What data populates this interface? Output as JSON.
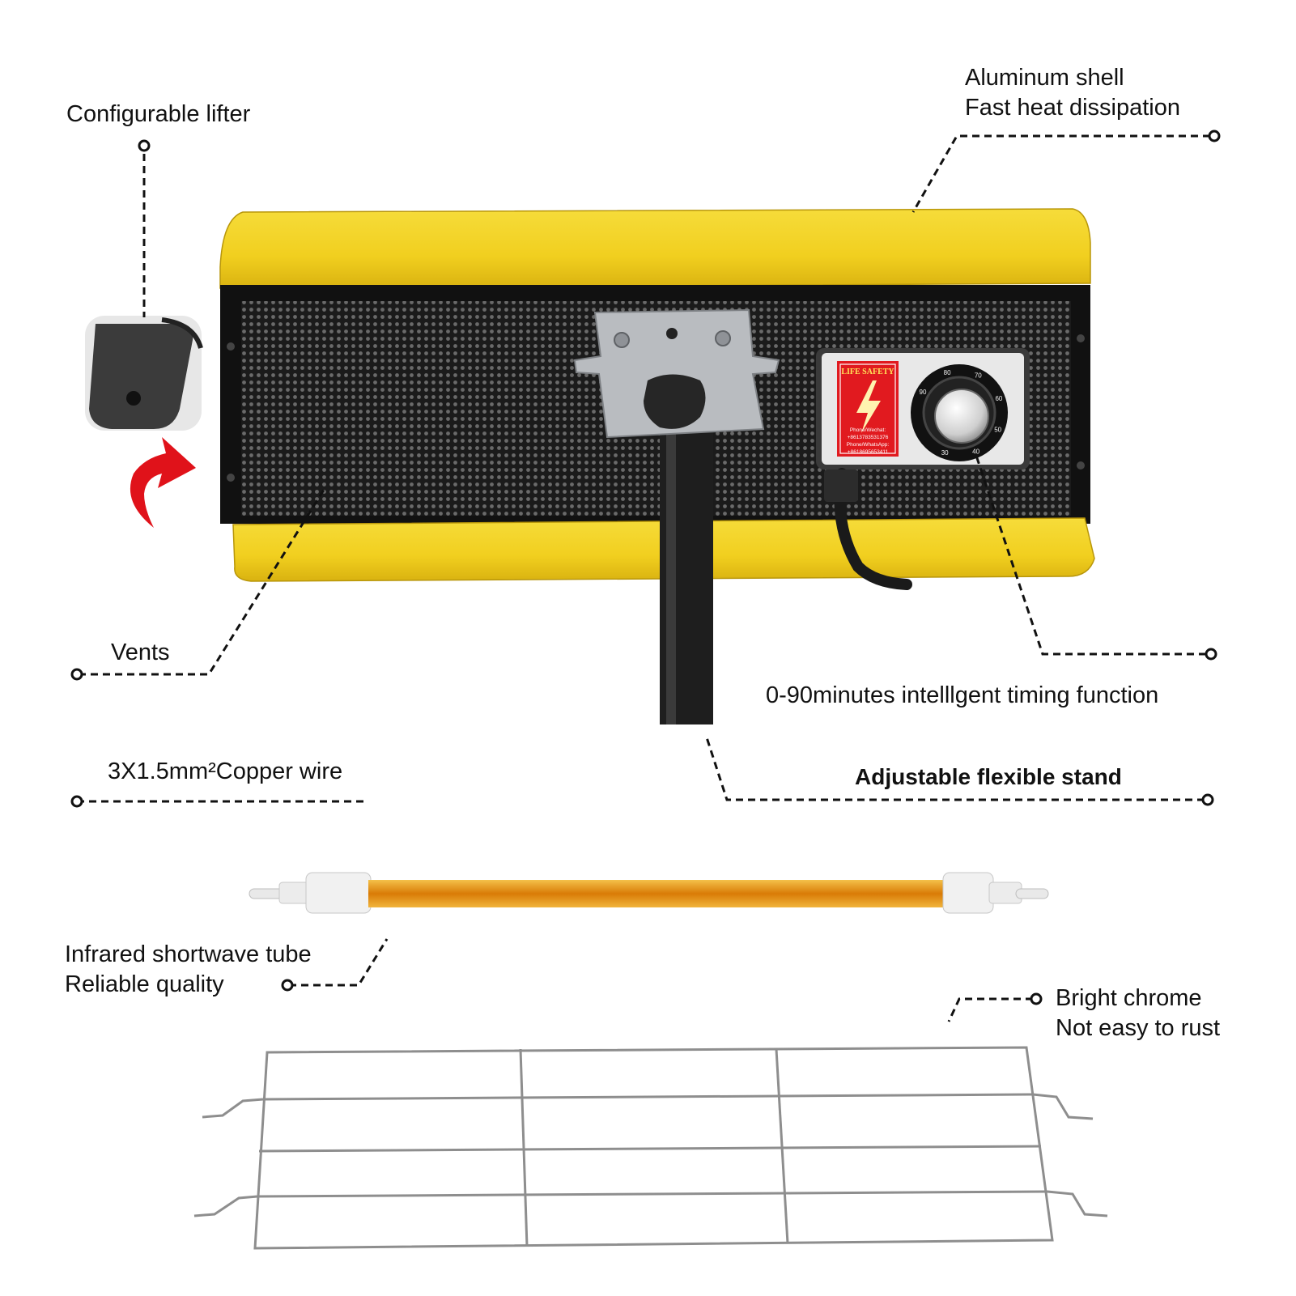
{
  "callouts": {
    "lifter": "Configurable lifter",
    "shell_line1": "Aluminum shell",
    "shell_line2": "Fast heat dissipation",
    "vents": "Vents",
    "timing": "0-90minutes intelllgent timing function",
    "wire": "3X1.5mm²Copper wire",
    "stand": "Adjustable flexible stand",
    "tube_line1": "Infrared shortwave tube",
    "tube_line2": "Reliable quality",
    "chrome_line1": "Bright chrome",
    "chrome_line2": "Not easy to rust"
  },
  "control_panel": {
    "sticker_title": "LIFE SAFETY",
    "sticker_line1": "Phone/Wechat:",
    "sticker_line2": "+8613783531376",
    "sticker_line3": "Phone/WhatsApp:",
    "sticker_line4": "+8618695653411",
    "dial_marks": [
      "90",
      "80",
      "70",
      "60",
      "50",
      "40",
      "30"
    ]
  },
  "colors": {
    "housing_yellow": "#f1cf1f",
    "grille_black": "#1b1b1b",
    "tube_gold": "#e59a14",
    "arrow_red": "#e0121a",
    "leader_line": "#111111"
  }
}
